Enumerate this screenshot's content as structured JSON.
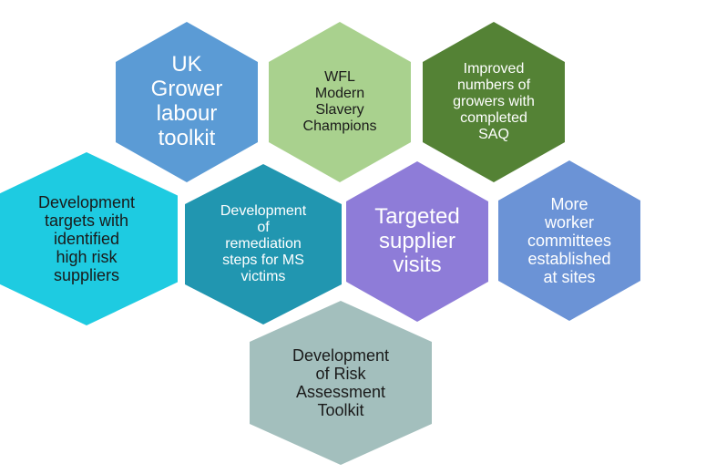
{
  "diagram": {
    "hexagons": [
      {
        "id": "uk-grower",
        "text": "UK\nGrower\nlabour\ntoolkit",
        "color": "#5b9bd5",
        "text_color": "#ffffff"
      },
      {
        "id": "wfl-champions",
        "text": "WFL\nModern\nSlavery\nChampions",
        "color": "#a9d18e",
        "text_color": "#1a1a1a"
      },
      {
        "id": "improved-growers",
        "text": "Improved\nnumbers of\ngrowers with\ncompleted\nSAQ",
        "color": "#548235",
        "text_color": "#ffffff"
      },
      {
        "id": "development-targets",
        "text": "Development\ntargets with\nidentified\nhigh risk\nsuppliers",
        "color": "#1ecbe1",
        "text_color": "#1a1a1a"
      },
      {
        "id": "remediation-steps",
        "text": "Development\nof\nremediation\nsteps for MS\nvictims",
        "color": "#2196b0",
        "text_color": "#ffffff"
      },
      {
        "id": "targeted-visits",
        "text": "Targeted\nsupplier\nvisits",
        "color": "#8e7cd8",
        "text_color": "#ffffff"
      },
      {
        "id": "worker-committees",
        "text": "More\nworker\ncommittees\nestablished\nat sites",
        "color": "#6b93d6",
        "text_color": "#ffffff"
      },
      {
        "id": "risk-assessment",
        "text": "Development\nof  Risk\nAssessment\nToolkit",
        "color": "#a3bfbd",
        "text_color": "#1a1a1a"
      }
    ]
  }
}
